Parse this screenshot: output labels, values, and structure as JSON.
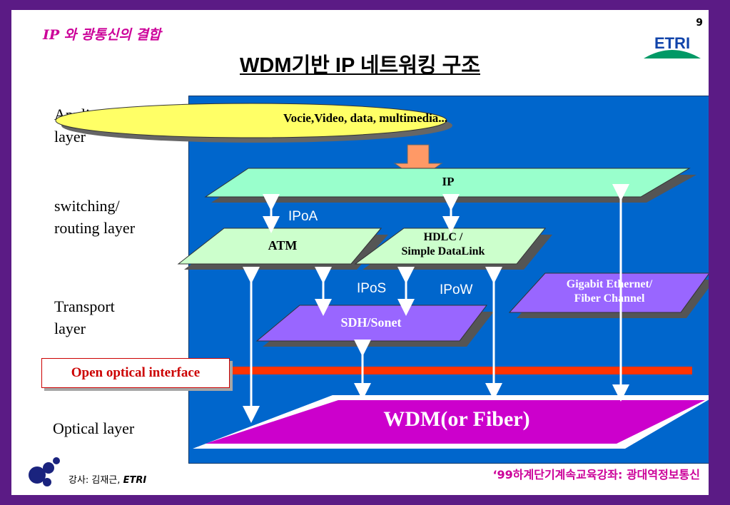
{
  "header": {
    "subject": "IP 와 광통신의 결합",
    "page_number": "9",
    "logo_text": "ETRI",
    "title": "WDM기반 IP 네트워킹 구조"
  },
  "layers": {
    "applications": [
      "Applications",
      "layer"
    ],
    "switching": [
      "switching/",
      "routing layer"
    ],
    "transport": [
      "Transport",
      "layer"
    ],
    "optical": "Optical layer"
  },
  "diagram": {
    "apps_oval": "Vocie,Video, data, multimedia...",
    "ip": "IP",
    "atm": "ATM",
    "hdlc": [
      "HDLC /",
      "Simple DataLink"
    ],
    "gigabit": [
      "Gigabit Ethernet/",
      "Fiber Channel"
    ],
    "sdh": "SDH/Sonet",
    "wdm": "WDM(or Fiber)",
    "ipoa": "IPoA",
    "ipos": "IPoS",
    "ipow": "IPoW",
    "open_optical": "Open optical interface"
  },
  "footer": {
    "lecturer_prefix": "강사: 김재근, ",
    "lecturer_org": "ETRI",
    "course": "‘99하계단기계속교육강좌: 광대역정보통신"
  },
  "colors": {
    "background_frame": "#5b1b85",
    "panel": "#0066cc",
    "oval": "#ffff66",
    "ip_plane": "#99ffcc",
    "atm_plane": "#ccffcc",
    "sonet_plane": "#9966ff",
    "wdm_plane": "#cc00cc",
    "accent_text": "#cc0099",
    "interface_line": "#ff3300"
  }
}
